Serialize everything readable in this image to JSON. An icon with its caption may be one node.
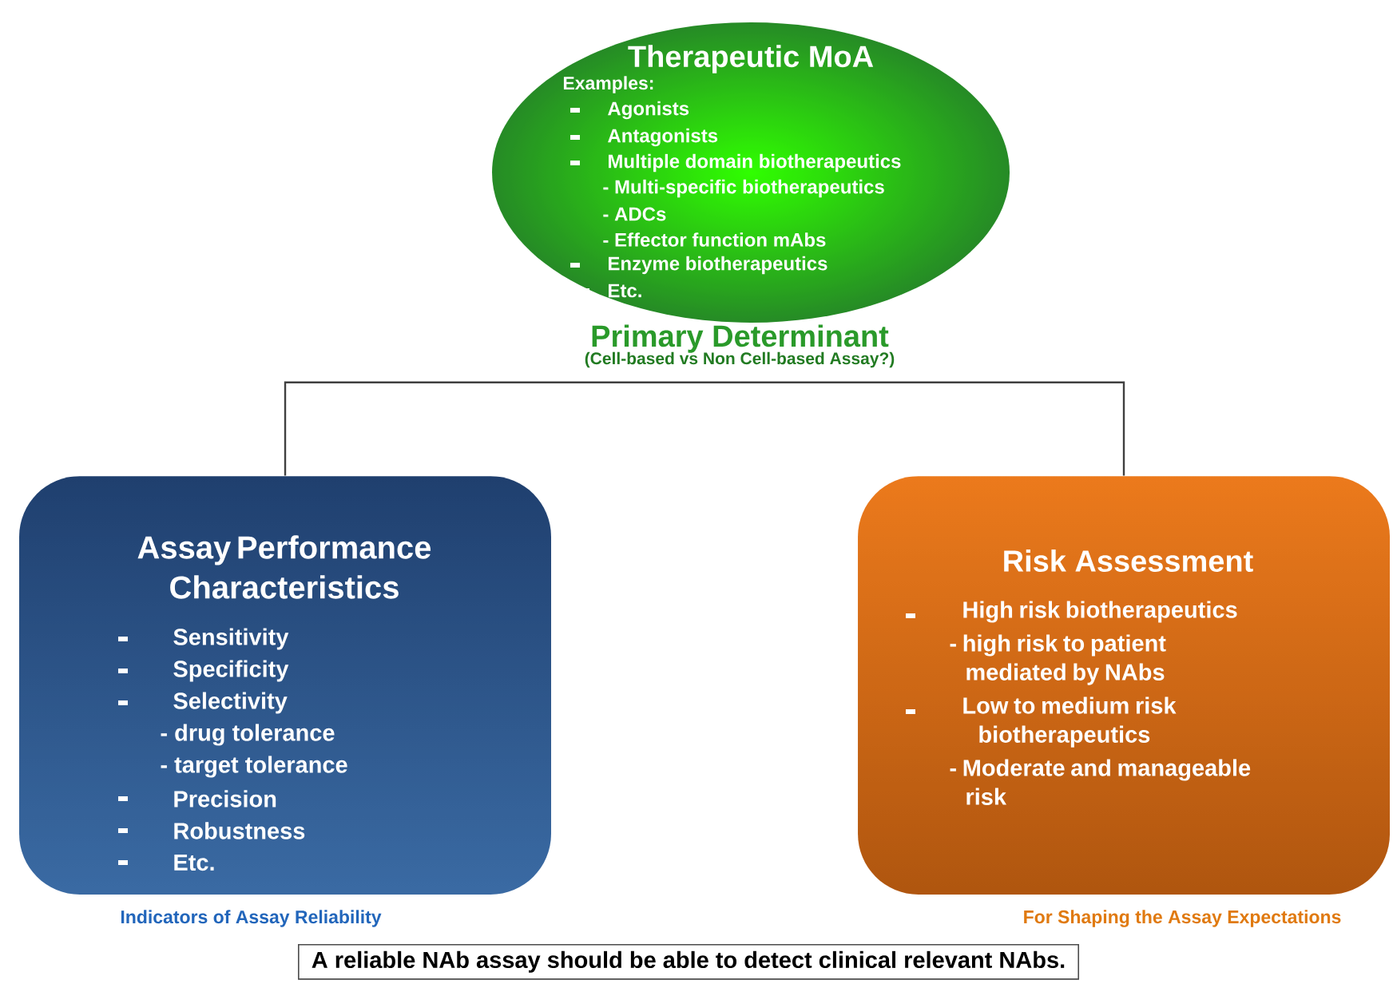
{
  "diagram": {
    "nodes": [
      {
        "text": [
          "Therapeutic MoA",
          "Examples:",
          "Agonists",
          "Antagonists",
          "Multiple domain biotherapeutics",
          "- Multi-specific biotherapeutics",
          "- ADCs",
          "- Effector function mAbs",
          "Enzyme biotherapeutics",
          "Etc."
        ]
      },
      {
        "text": [
          "Primary Determinant",
          "(Cell-based vs Non Cell-based Assay?)"
        ]
      },
      {
        "text": [
          "Assay Performance Characteristics",
          "Sensitivity",
          "Specificity",
          "Selectivity",
          "- drug tolerance",
          "- target tolerance",
          "Precision",
          "Robustness",
          "Etc."
        ]
      },
      {
        "text": [
          "Risk Assessment",
          "High risk biotherapeutics",
          "- high risk to patient mediated by NAbs",
          "Low to medium risk biotherapeutics",
          "- Moderate and manageable risk"
        ]
      },
      {
        "text": [
          "A reliable NAb assay should be able to detect clinical relevant NAbs."
        ]
      }
    ],
    "edges": [
      {
        "from": 1,
        "to": 2,
        "arrow": "none"
      },
      {
        "from": 1,
        "to": 3,
        "arrow": "none"
      }
    ],
    "labels": [
      "Indicators of Assay Reliability",
      "For Shaping the Assay Expectations"
    ]
  }
}
